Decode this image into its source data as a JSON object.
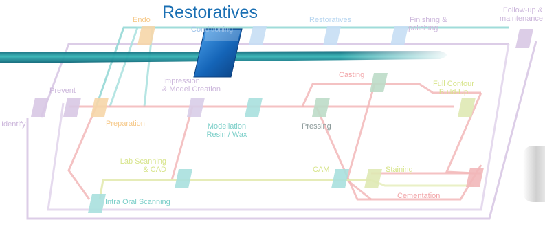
{
  "title": "Restoratives",
  "labels": {
    "endo": "Endo",
    "conditioning": "Conditioning",
    "restoratives_step": "Restoratives",
    "finishing_1": "Finishing &",
    "finishing_2": "polishing",
    "followup_1": "Follow-up &",
    "followup_2": "maintenance",
    "prevent": "Prevent",
    "identify": "Identify",
    "preparation": "Preparation",
    "impression_1": "Impression",
    "impression_2": "& Model Creation",
    "casting": "Casting",
    "full_contour_1": "Full Contour",
    "full_contour_2": "Build-Up",
    "modellation_1": "Modellation",
    "modellation_2": "Resin / Wax",
    "pressing": "Pressing",
    "lab_scanning_1": "Lab Scanning",
    "lab_scanning_2": "& CAD",
    "cam": "CAM",
    "staining": "Staining",
    "cementation": "Cementation",
    "intra_oral": "Intra Oral Scanning"
  },
  "colors": {
    "title": "#1a6fb3",
    "highlight_node": "#1565b8",
    "teal_line": "#8fd6d4",
    "red_line": "#f2b7b9",
    "purple_line": "#d8c8e4",
    "yellow_line": "#e3eab0",
    "light_green_line": "#b8e0c8",
    "blue_line": "#b8d6f0",
    "bar": "#1e9a9c",
    "label_teal": "#7ccfc9",
    "label_orange": "#f6c98a",
    "label_purple": "#cdb8dc",
    "label_red": "#f2a5a8",
    "label_yellow": "#d7e48a",
    "label_blue": "#9fc3ea"
  }
}
